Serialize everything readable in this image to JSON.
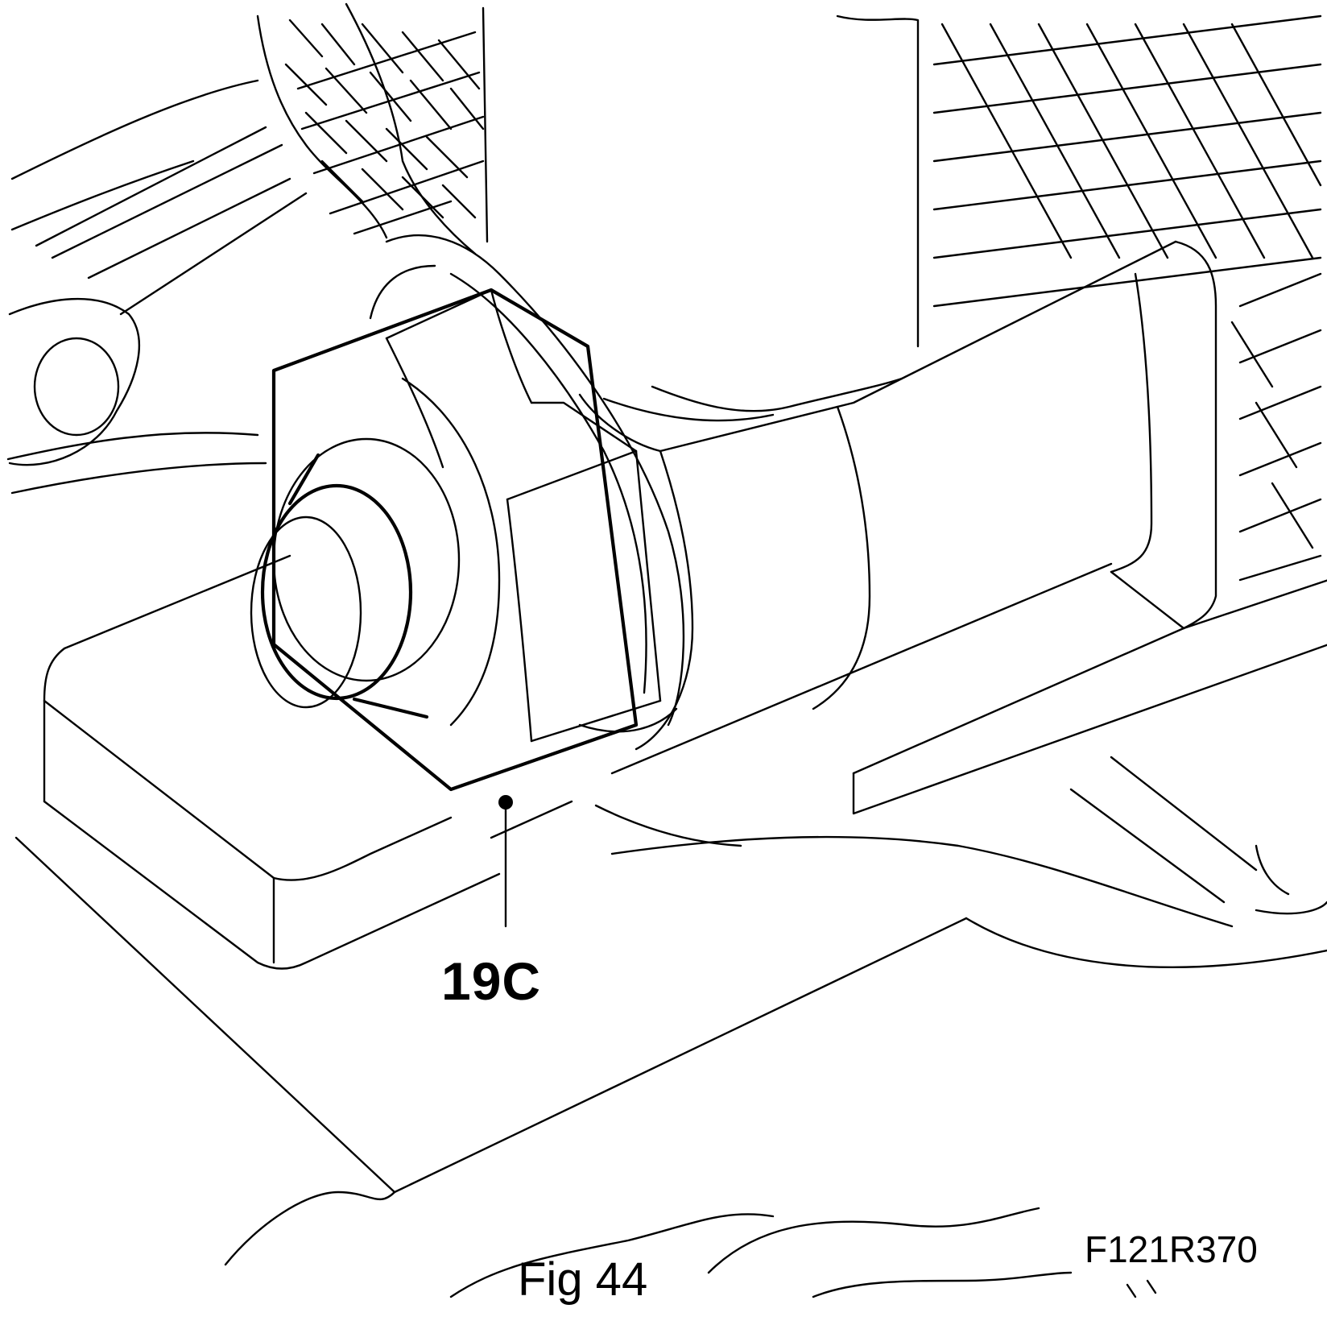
{
  "figure": {
    "callout_label": "19C",
    "figure_caption": "Fig 44",
    "drawing_code": "F121R370"
  }
}
